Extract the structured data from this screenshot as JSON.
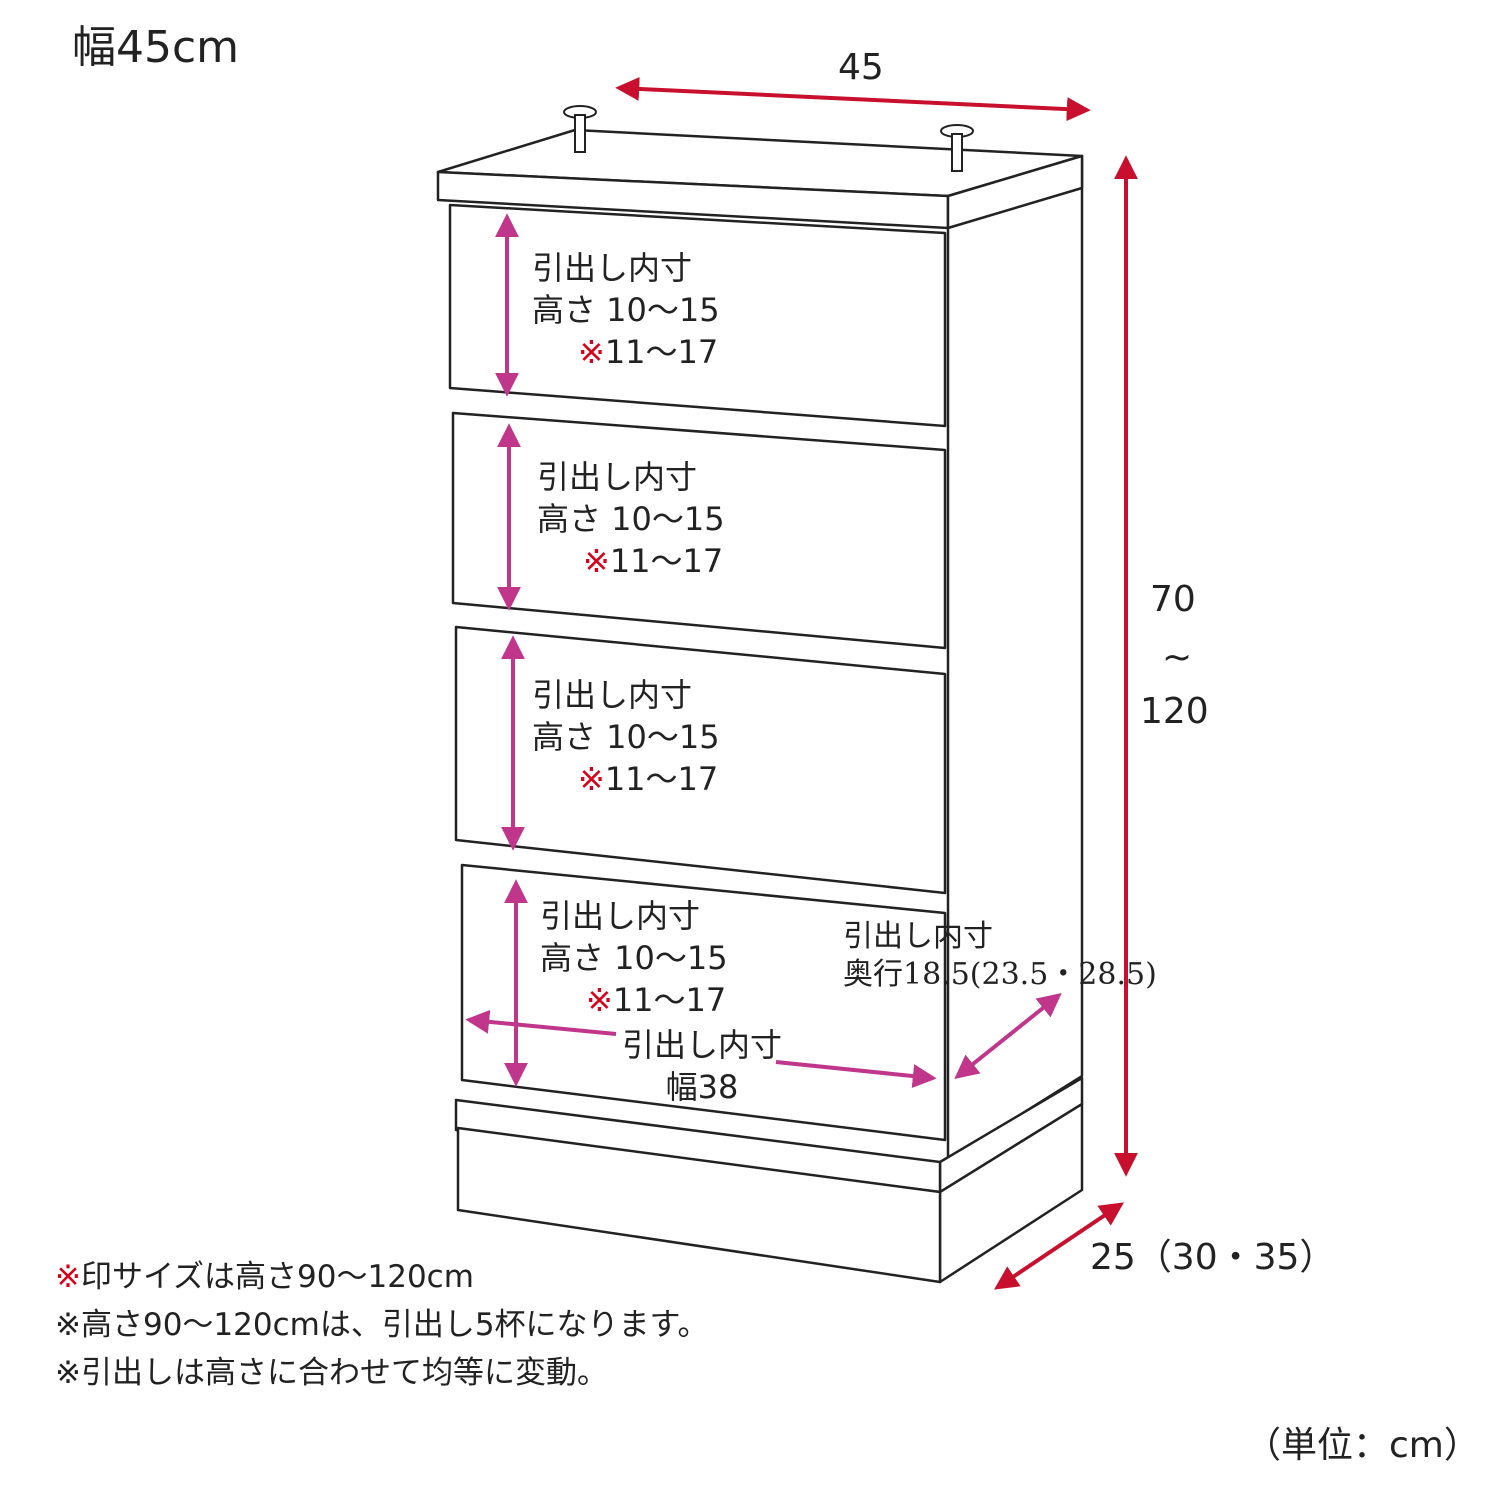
{
  "title": "幅45cm",
  "dimensions": {
    "width": "45",
    "height_line1": "70",
    "height_line2": "~",
    "height_line3": "120",
    "depth": "25（30・35）"
  },
  "drawers": [
    {
      "label": "引出し内寸",
      "height": "高さ 10～15",
      "alt_mark": "※",
      "alt": "11～17"
    },
    {
      "label": "引出し内寸",
      "height": "高さ 10～15",
      "alt_mark": "※",
      "alt": "11～17"
    },
    {
      "label": "引出し内寸",
      "height": "高さ 10～15",
      "alt_mark": "※",
      "alt": "11～17"
    },
    {
      "label": "引出し内寸",
      "height": "高さ 10～15",
      "alt_mark": "※",
      "alt": "11～17"
    }
  ],
  "inner_width": {
    "label": "引出し内寸",
    "value": "幅38"
  },
  "inner_depth": {
    "label": "引出し内寸",
    "value": "奥行18.5(23.5・28.5)"
  },
  "notes": [
    {
      "mark": "※",
      "text": "印サイズは高さ90～120cm"
    },
    {
      "mark": "",
      "text": "※高さ90～120cmは、引出し5杯になります。"
    },
    {
      "mark": "",
      "text": "※引出しは高さに合わせて均等に変動。"
    }
  ],
  "unit": "（単位：cm）",
  "colors": {
    "dimension_arrow": "#c8102e",
    "inner_arrow": "#c0368a",
    "outline": "#222222",
    "mark": "#d9001b"
  }
}
